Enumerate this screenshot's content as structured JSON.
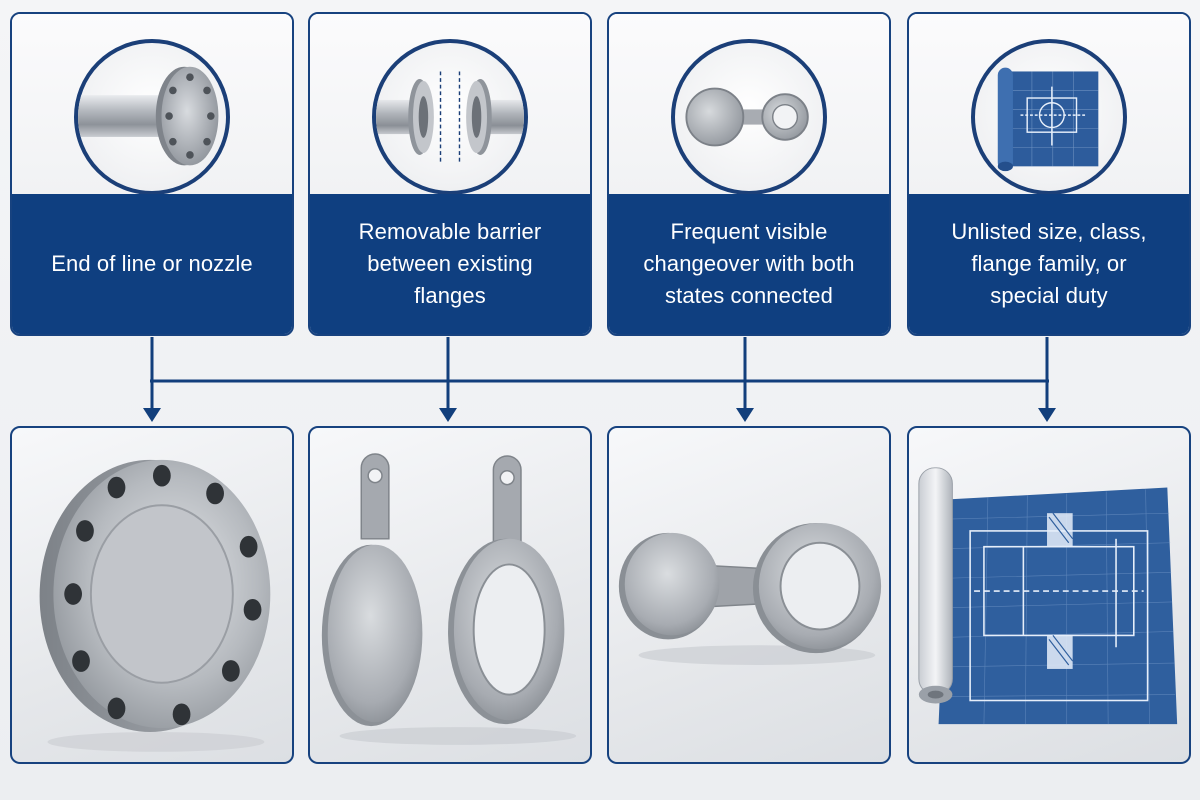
{
  "colors": {
    "navy": "#0f3f80",
    "border": "#17427f",
    "metal": "#a9adb3",
    "blueprint": "#2f5f9e"
  },
  "cards": [
    {
      "label": "End of line or nozzle",
      "icon": "pipe-with-flange-icon"
    },
    {
      "label": "Removable barrier between existing flanges",
      "icon": "spacer-between-flanges-icon"
    },
    {
      "label": "Frequent visible changeover with both states connected",
      "icon": "spectacle-blind-icon"
    },
    {
      "label": "Unlisted size, class, flange family, or special duty",
      "icon": "blueprint-roll-icon"
    }
  ],
  "results": [
    {
      "image": "blind-flange-image"
    },
    {
      "image": "paddle-blank-and-spacer-image"
    },
    {
      "image": "spectacle-blind-image"
    },
    {
      "image": "engineered-drawing-image"
    }
  ]
}
